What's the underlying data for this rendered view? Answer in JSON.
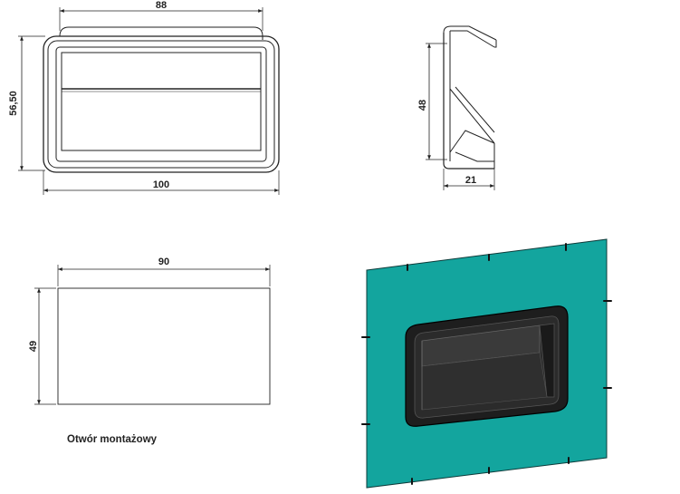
{
  "front_view": {
    "dim_top_width": "88",
    "dim_height": "56,50",
    "dim_bottom_width": "100"
  },
  "side_view": {
    "dim_height": "48",
    "dim_depth": "21"
  },
  "cutout_view": {
    "dim_width": "90",
    "dim_height": "49"
  },
  "caption": "Otwór montażowy",
  "colors": {
    "panel": "#13a59e",
    "handle": "#1e1e1e",
    "line": "#222222"
  }
}
